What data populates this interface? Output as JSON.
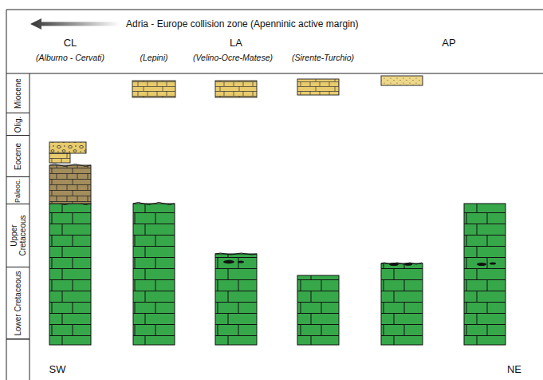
{
  "diagram": {
    "title": "Adria - Europe collision zone (Apenninic active margin)",
    "nodes": [
      {
        "text": [
          "Miocene"
        ]
      },
      {
        "text": [
          "Olig."
        ]
      },
      {
        "text": [
          "Eocene"
        ]
      },
      {
        "text": [
          "Paleoc."
        ]
      },
      {
        "text": [
          "Upper Cretaceous"
        ]
      },
      {
        "text": [
          "Lower Cretaceous"
        ]
      }
    ],
    "labels": [
      "CL",
      "(Alburno - Cervati)",
      "(Lepini)",
      "LA",
      "(Velino-Ocre-Matese)",
      "(Sirente-Turchio)",
      "AP",
      "SW",
      "NE"
    ]
  }
}
